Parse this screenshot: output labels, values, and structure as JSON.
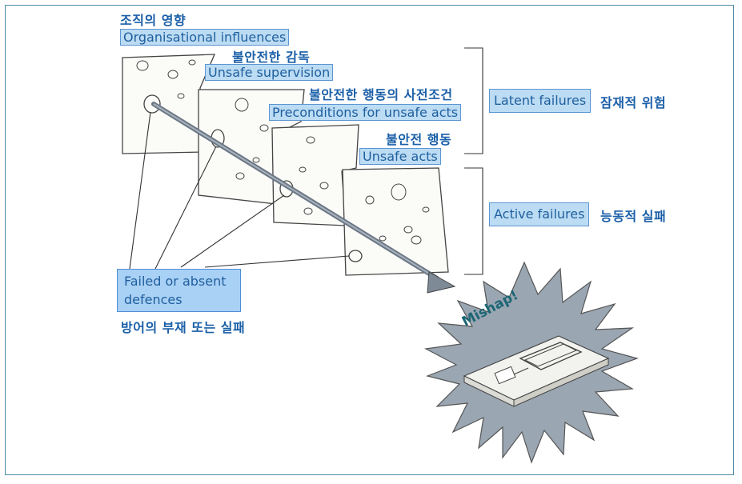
{
  "layers": [
    {
      "korean": "조직의 영향",
      "english": "Organisational influences"
    },
    {
      "korean": "불안전한 감독",
      "english": "Unsafe supervision"
    },
    {
      "korean": "불안전한 행동의 사전조건",
      "english": "Preconditions for unsafe acts"
    },
    {
      "korean": "불안전 행동",
      "english": "Unsafe acts"
    }
  ],
  "groups": {
    "latent": {
      "english": "Latent failures",
      "korean": "잠재적 위험"
    },
    "active": {
      "english": "Active failures",
      "korean": "능동적 실패"
    }
  },
  "defences": {
    "english": "Failed or absent defences",
    "korean": "방어의 부재 또는 실패"
  },
  "mishap": "Mishap!",
  "colors": {
    "frame": "#4a8aa6",
    "label_fill": "#bcdcf4",
    "label_border": "#5c95d2",
    "korean_text": "#1a5fa8",
    "burst": "#9aa6b2"
  }
}
